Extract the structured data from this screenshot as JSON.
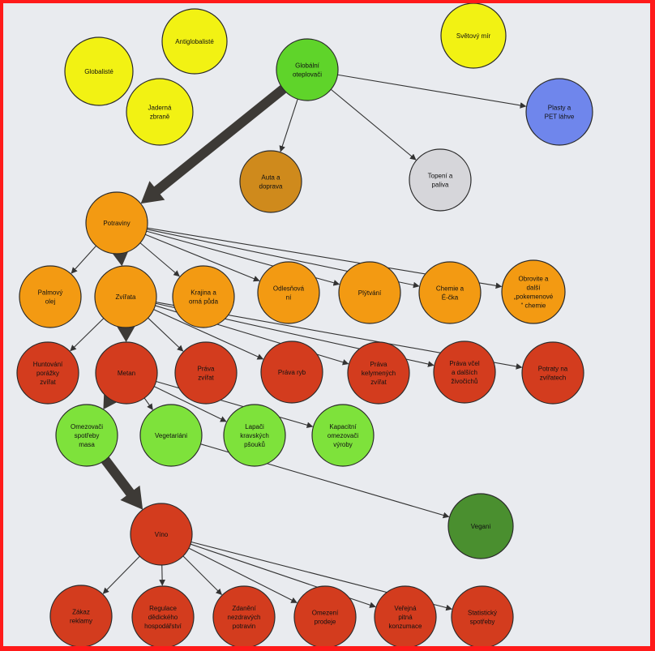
{
  "colors": {
    "background": "#e9ebef",
    "frame": "#ff1a1a",
    "yellow": "#f2f213",
    "green": "#5fd42a",
    "bright_green": "#7ee23b",
    "dark_green": "#4a8f2f",
    "orange": "#f39a12",
    "brown_orange": "#cf8a1c",
    "red": "#d33c1e",
    "grey": "#d6d6da",
    "blue": "#6f86ec",
    "arrow": "#333333",
    "thick_arrow": "#3d3a36"
  },
  "nodes": [
    {
      "id": "globaliste",
      "lines": [
        "Globalisté"
      ],
      "color": "yellow",
      "text_visible": true
    },
    {
      "id": "antiglobaliste",
      "lines": [
        "Antiglobalisté"
      ],
      "color": "yellow",
      "text_visible": true
    },
    {
      "id": "jaderna",
      "lines": [
        "Jaderná",
        "zbraně"
      ],
      "color": "yellow",
      "text_visible": true
    },
    {
      "id": "svetovy-mir",
      "lines": [
        "Světový mír"
      ],
      "color": "yellow",
      "text_visible": true
    },
    {
      "id": "globalni-oteplovaci",
      "lines": [
        "Globální",
        "oteplovači"
      ],
      "color": "green",
      "text_visible": true
    },
    {
      "id": "plasty",
      "lines": [
        "Plasty a",
        "PET láhve"
      ],
      "color": "blue",
      "text_visible": true
    },
    {
      "id": "auta",
      "lines": [
        "Auta a",
        "doprava"
      ],
      "color": "brown_orange",
      "text_visible": true
    },
    {
      "id": "topeni",
      "lines": [
        "Topení a",
        "paliva"
      ],
      "color": "grey",
      "text_visible": true
    },
    {
      "id": "potraviny",
      "lines": [
        "Potraviny"
      ],
      "color": "orange",
      "text_visible": true
    },
    {
      "id": "palmovy",
      "lines": [
        "Palmový",
        "olej"
      ],
      "color": "orange",
      "text_visible": true
    },
    {
      "id": "zvirata",
      "lines": [
        "Zvířata"
      ],
      "color": "orange",
      "text_visible": true
    },
    {
      "id": "krajina",
      "lines": [
        "Krajina a",
        "orná půda"
      ],
      "color": "orange",
      "text_visible": true
    },
    {
      "id": "odlesnovani",
      "lines": [
        "Odlesňová",
        "ní"
      ],
      "color": "orange",
      "text_visible": true
    },
    {
      "id": "plytvani",
      "lines": [
        "Plýtvání"
      ],
      "color": "orange",
      "text_visible": true
    },
    {
      "id": "chemie",
      "lines": [
        "Chemie a",
        "É-čka"
      ],
      "color": "orange",
      "text_visible": true
    },
    {
      "id": "obrovite",
      "lines": [
        "Obrovite a",
        "další",
        "„pokemenové",
        "“ chemie"
      ],
      "color": "orange",
      "text_visible": true
    },
    {
      "id": "huntovani",
      "lines": [
        "Huntování",
        "porážky",
        "zvířat"
      ],
      "color": "red",
      "text_visible": true
    },
    {
      "id": "metan",
      "lines": [
        "Metan"
      ],
      "color": "red",
      "text_visible": true
    },
    {
      "id": "prava-zvirat",
      "lines": [
        "Práva",
        "zvířat"
      ],
      "color": "red",
      "text_visible": true
    },
    {
      "id": "prava-ryb",
      "lines": [
        "Práva ryb"
      ],
      "color": "red",
      "text_visible": true
    },
    {
      "id": "prava-kelymenych",
      "lines": [
        "Práva",
        "kelymených",
        "zvířat"
      ],
      "color": "red",
      "text_visible": true
    },
    {
      "id": "prava-vcel",
      "lines": [
        "Práva včel",
        "a dalších",
        "živočichů"
      ],
      "color": "red",
      "text_visible": true
    },
    {
      "id": "potraty",
      "lines": [
        "Potraty na",
        "zvířatech"
      ],
      "color": "red",
      "text_visible": true
    },
    {
      "id": "omezovaci-masa",
      "lines": [
        "Omezovači",
        "spotřeby",
        "masa"
      ],
      "color": "bright_green",
      "text_visible": true
    },
    {
      "id": "vegetariani",
      "lines": [
        "Vegetariáni"
      ],
      "color": "bright_green",
      "text_visible": true
    },
    {
      "id": "lapaci",
      "lines": [
        "Lapači",
        "kravských",
        "pšouků"
      ],
      "color": "bright_green",
      "text_visible": true
    },
    {
      "id": "kapacitni",
      "lines": [
        "Kapacitní",
        "omezovači",
        "výroby"
      ],
      "color": "bright_green",
      "text_visible": true
    },
    {
      "id": "vegani",
      "lines": [
        "Vegani"
      ],
      "color": "dark_green",
      "text_visible": true
    },
    {
      "id": "vino",
      "lines": [
        "Víno"
      ],
      "color": "red",
      "text_visible": true
    },
    {
      "id": "zakaz-reklamy",
      "lines": [
        "Zákaz",
        "reklamy"
      ],
      "color": "red",
      "text_visible": true
    },
    {
      "id": "regulace",
      "lines": [
        "Regulace",
        "dědického",
        "hospodářství"
      ],
      "color": "red",
      "text_visible": true
    },
    {
      "id": "zdaneni",
      "lines": [
        "Zdanění",
        "nezdravých",
        "potravin"
      ],
      "color": "red",
      "text_visible": true
    },
    {
      "id": "omezeni-prodeje",
      "lines": [
        "Omezení",
        "prodeje"
      ],
      "color": "red",
      "text_visible": true
    },
    {
      "id": "verejne-pitne",
      "lines": [
        "Veřejná",
        "pitná",
        "konzumace"
      ],
      "color": "red",
      "text_visible": true
    },
    {
      "id": "statisticky",
      "lines": [
        "Statistický",
        "spotřeby"
      ],
      "color": "red",
      "text_visible": true
    }
  ],
  "edges": [
    {
      "from": "globalni-oteplovaci",
      "to": "auta",
      "kind": "thin"
    },
    {
      "from": "globalni-oteplovaci",
      "to": "topeni",
      "kind": "thin"
    },
    {
      "from": "globalni-oteplovaci",
      "to": "plasty",
      "kind": "thin"
    },
    {
      "from": "globalni-oteplovaci",
      "to": "potraviny",
      "kind": "thick"
    },
    {
      "from": "potraviny",
      "to": "palmovy",
      "kind": "thin"
    },
    {
      "from": "potraviny",
      "to": "zvirata",
      "kind": "thick"
    },
    {
      "from": "potraviny",
      "to": "krajina",
      "kind": "thin"
    },
    {
      "from": "potraviny",
      "to": "odlesnovani",
      "kind": "thin"
    },
    {
      "from": "potraviny",
      "to": "plytvani",
      "kind": "thin"
    },
    {
      "from": "potraviny",
      "to": "chemie",
      "kind": "thin"
    },
    {
      "from": "potraviny",
      "to": "obrovite",
      "kind": "thin"
    },
    {
      "from": "zvirata",
      "to": "huntovani",
      "kind": "thin"
    },
    {
      "from": "zvirata",
      "to": "metan",
      "kind": "thick"
    },
    {
      "from": "zvirata",
      "to": "prava-zvirat",
      "kind": "thin"
    },
    {
      "from": "zvirata",
      "to": "prava-ryb",
      "kind": "thin"
    },
    {
      "from": "zvirata",
      "to": "prava-kelymenych",
      "kind": "thin"
    },
    {
      "from": "zvirata",
      "to": "prava-vcel",
      "kind": "thin"
    },
    {
      "from": "zvirata",
      "to": "potraty",
      "kind": "thin"
    },
    {
      "from": "metan",
      "to": "omezovaci-masa",
      "kind": "thick"
    },
    {
      "from": "metan",
      "to": "vegetariani",
      "kind": "thin"
    },
    {
      "from": "metan",
      "to": "lapaci",
      "kind": "thin"
    },
    {
      "from": "metan",
      "to": "kapacitni",
      "kind": "thin"
    },
    {
      "from": "vegetariani",
      "to": "vegani",
      "kind": "thin"
    },
    {
      "from": "omezovaci-masa",
      "to": "vino",
      "kind": "thick"
    },
    {
      "from": "vino",
      "to": "zakaz-reklamy",
      "kind": "thin"
    },
    {
      "from": "vino",
      "to": "regulace",
      "kind": "thin"
    },
    {
      "from": "vino",
      "to": "zdaneni",
      "kind": "thin"
    },
    {
      "from": "vino",
      "to": "omezeni-prodeje",
      "kind": "thin"
    },
    {
      "from": "vino",
      "to": "verejne-pitne",
      "kind": "thin"
    },
    {
      "from": "vino",
      "to": "statisticky",
      "kind": "thin"
    }
  ]
}
